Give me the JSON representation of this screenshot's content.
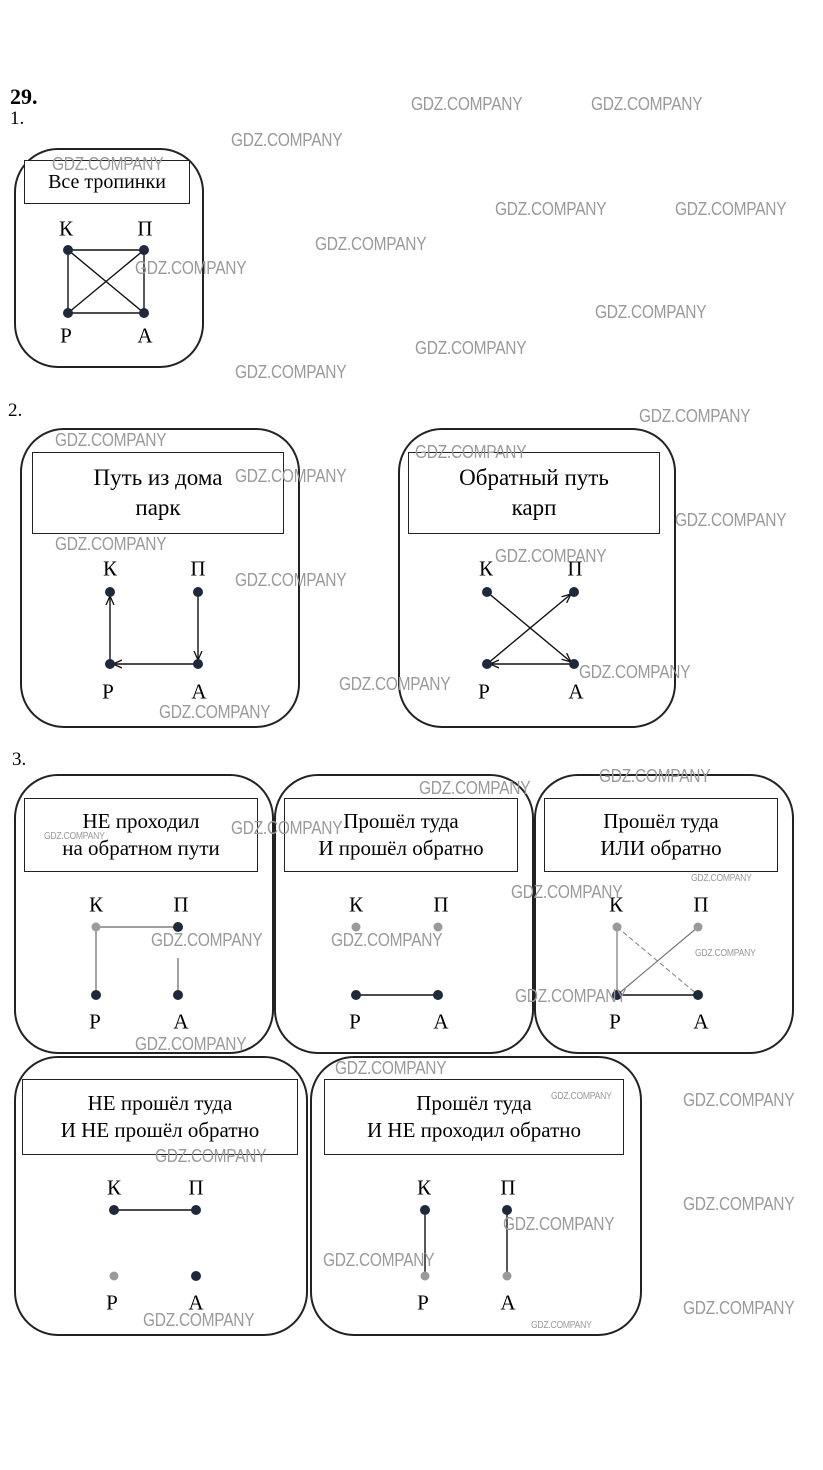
{
  "task_number": "29.",
  "sections": {
    "s1": {
      "number": "1.",
      "title_lines": [
        "Все тропинки"
      ],
      "vertices": {
        "K": "К",
        "P": "П",
        "R": "Р",
        "A": "А"
      }
    },
    "s2": {
      "number": "2.",
      "left": {
        "title_lines": [
          "Путь из дома",
          "парк"
        ],
        "vertices": {
          "K": "К",
          "P": "П",
          "R": "Р",
          "A": "А"
        }
      },
      "right": {
        "title_lines": [
          "Обратный путь",
          "карп"
        ],
        "vertices": {
          "K": "К",
          "P": "П",
          "R": "Р",
          "A": "А"
        }
      }
    },
    "s3": {
      "number": "3.",
      "panels": [
        {
          "title_lines": [
            "НЕ проходил",
            "на обратном пути"
          ],
          "vertices": {
            "K": "К",
            "P": "П",
            "R": "Р",
            "A": "А"
          }
        },
        {
          "title_lines": [
            "Прошёл туда",
            "И прошёл обратно"
          ],
          "vertices": {
            "K": "К",
            "P": "П",
            "R": "Р",
            "A": "А"
          }
        },
        {
          "title_lines": [
            "Прошёл туда",
            "ИЛИ обратно"
          ],
          "vertices": {
            "K": "К",
            "P": "П",
            "R": "Р",
            "A": "А"
          }
        },
        {
          "title_lines": [
            "НЕ прошёл туда",
            "И НЕ прошёл обратно"
          ],
          "vertices": {
            "K": "К",
            "P": "П",
            "R": "Р",
            "A": "А"
          }
        },
        {
          "title_lines": [
            "Прошёл туда",
            "И НЕ проходил обратно"
          ],
          "vertices": {
            "K": "К",
            "P": "П",
            "R": "Р",
            "A": "А"
          }
        }
      ]
    }
  },
  "watermark": "GDZ.COMPANY",
  "colors": {
    "dot": "#1e2a3c",
    "line": "#111111",
    "faint_line": "#8a8a8a",
    "watermark": "#9a9a9a"
  }
}
